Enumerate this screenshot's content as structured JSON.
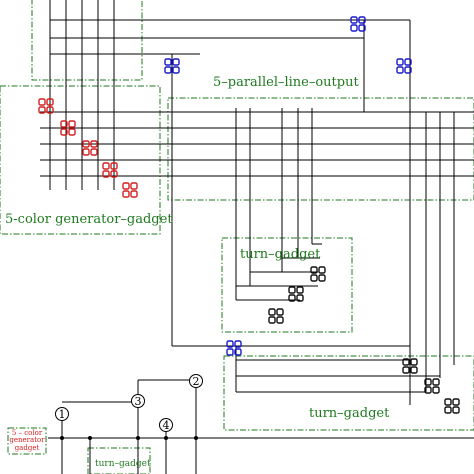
{
  "labels": {
    "parallel_output": "5–parallel–line–output",
    "color_generator": "5-color generator–gadget",
    "turn_gadget_upper": "turn–gadget",
    "turn_gadget_lower": "turn–gadget",
    "turn_gadget_inset": "turn–gadget",
    "mini_gen_line1": "5 – color",
    "mini_gen_line2": "generator",
    "mini_gen_line3": "gadget"
  },
  "node_numbers": [
    "1",
    "2",
    "3",
    "4"
  ],
  "colors": {
    "line": "#000000",
    "box_border": "#1f7a1f",
    "red_marker": "#d42020",
    "blue_marker": "#1a1acc",
    "black_marker": "#111111"
  },
  "icons": {
    "marker": "four-square-cluster-icon",
    "node": "circled-number-icon"
  }
}
